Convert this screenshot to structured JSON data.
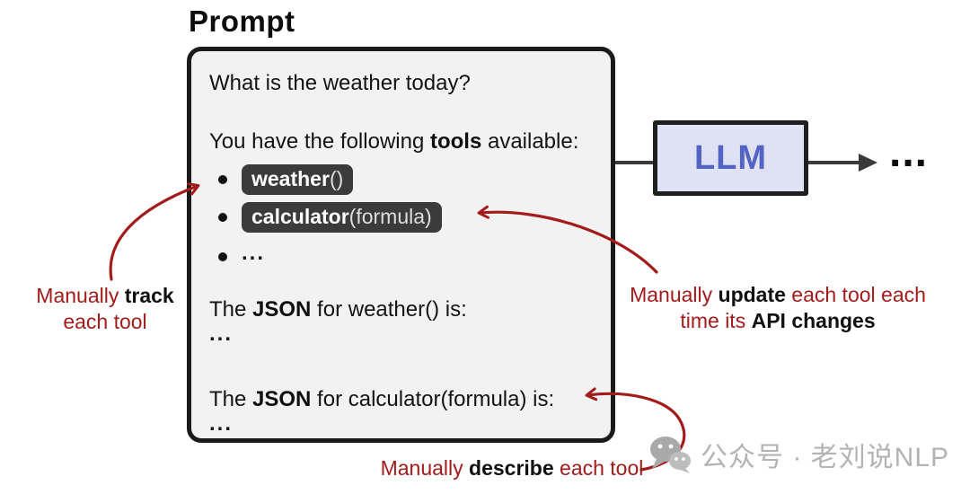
{
  "title": "Prompt",
  "prompt_box": {
    "question": "What is the weather today?",
    "tools_intro": {
      "pre": "You have the following ",
      "bold": "tools",
      "post": " available:"
    },
    "tools": [
      {
        "fn": "weather",
        "args": "()"
      },
      {
        "fn": "calculator",
        "args": "(formula)"
      }
    ],
    "more_tools": "...",
    "json_lines": [
      {
        "pre": "The ",
        "bold": "JSON",
        "post": " for weather() is:",
        "ellipsis": "..."
      },
      {
        "pre": "The ",
        "bold": "JSON",
        "post": " for calculator(formula) is:",
        "ellipsis": "..."
      }
    ]
  },
  "llm": {
    "label": "LLM"
  },
  "output_ellipsis": "...",
  "annotations": {
    "track": {
      "red1": "Manually ",
      "bold": "track",
      "line2": "each tool"
    },
    "update": {
      "red1": "Manually ",
      "bold1": "update",
      "red2": " each tool each",
      "red3": "time its ",
      "bold2": "API changes"
    },
    "describe": {
      "red1": "Manually ",
      "bold": "describe",
      "red2": " each tool"
    }
  },
  "watermark": {
    "text": "公众号 · 老刘说NLP"
  },
  "colors": {
    "red": "#a31b1b",
    "pill_bg": "#3b3b3b",
    "llm_bg": "#dfe2f4",
    "llm_text": "#5464c4",
    "box_bg": "#f2f2f2",
    "border": "#1a1a1a",
    "connector": "#3a3a3a",
    "watermark": "#b3b3b3"
  }
}
